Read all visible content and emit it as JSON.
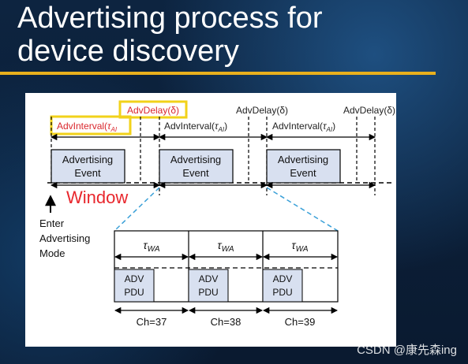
{
  "slide": {
    "title": "Advertising process for\ndevice discovery"
  },
  "diagram": {
    "adv_delay": "AdvDelay(δ)",
    "adv_interval": "AdvInterval(",
    "tau": "τ",
    "ai_sub": "AI",
    "wa_sub": "WA",
    "close_paren": ")",
    "event_line1": "Advertising",
    "event_line2": "Event",
    "window": "Window",
    "enter_mode": [
      "Enter",
      "Advertising",
      "Mode"
    ],
    "pdu_line1": "ADV",
    "pdu_line2": "PDU",
    "channels": [
      "Ch=37",
      "Ch=38",
      "Ch=39"
    ]
  },
  "colors": {
    "highlight_red": "#d9262c",
    "highlight_box": "#f2d21a",
    "event_fill": "#d8e0f0",
    "dashed_blue": "#3aa0d8"
  },
  "watermark": "CSDN @康先森ing"
}
